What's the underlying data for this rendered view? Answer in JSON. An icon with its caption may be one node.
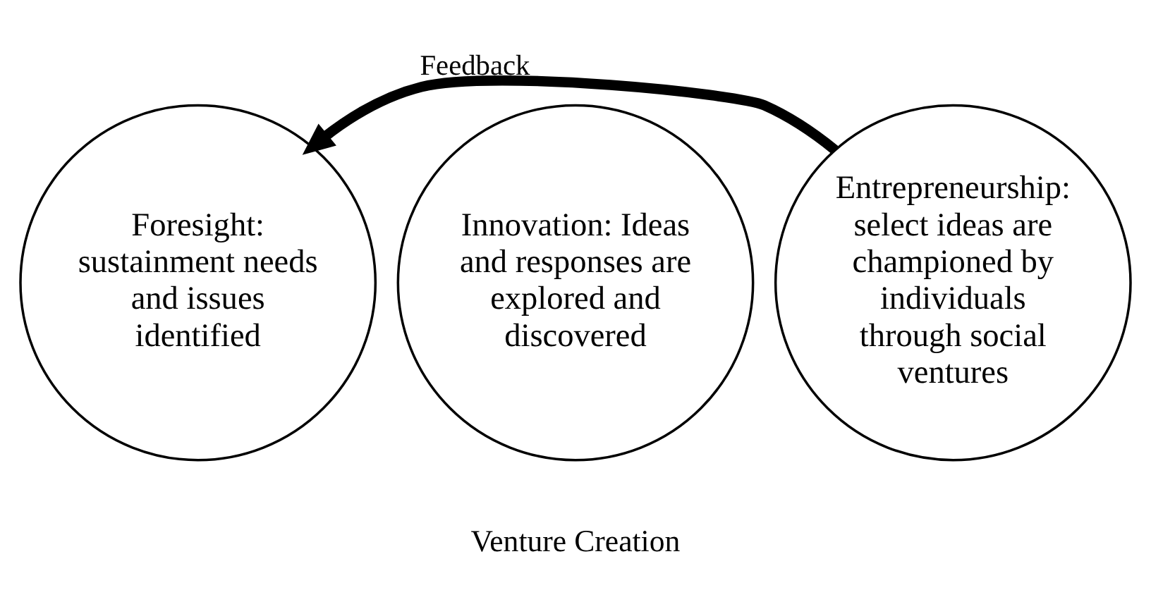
{
  "diagram": {
    "nodes": [
      {
        "text": [
          "Foresight: sustainment needs and issues identified"
        ]
      },
      {
        "text": [
          "Innovation: Ideas and responses are explored and discovered"
        ]
      },
      {
        "text": [
          "Entrepreneurship: select ideas are championed by individuals through social ventures"
        ]
      }
    ],
    "edges": [
      {
        "from": 2,
        "to": 0,
        "arrow": "to",
        "label": "Feedback"
      }
    ],
    "labels": [
      "Venture Creation"
    ]
  }
}
